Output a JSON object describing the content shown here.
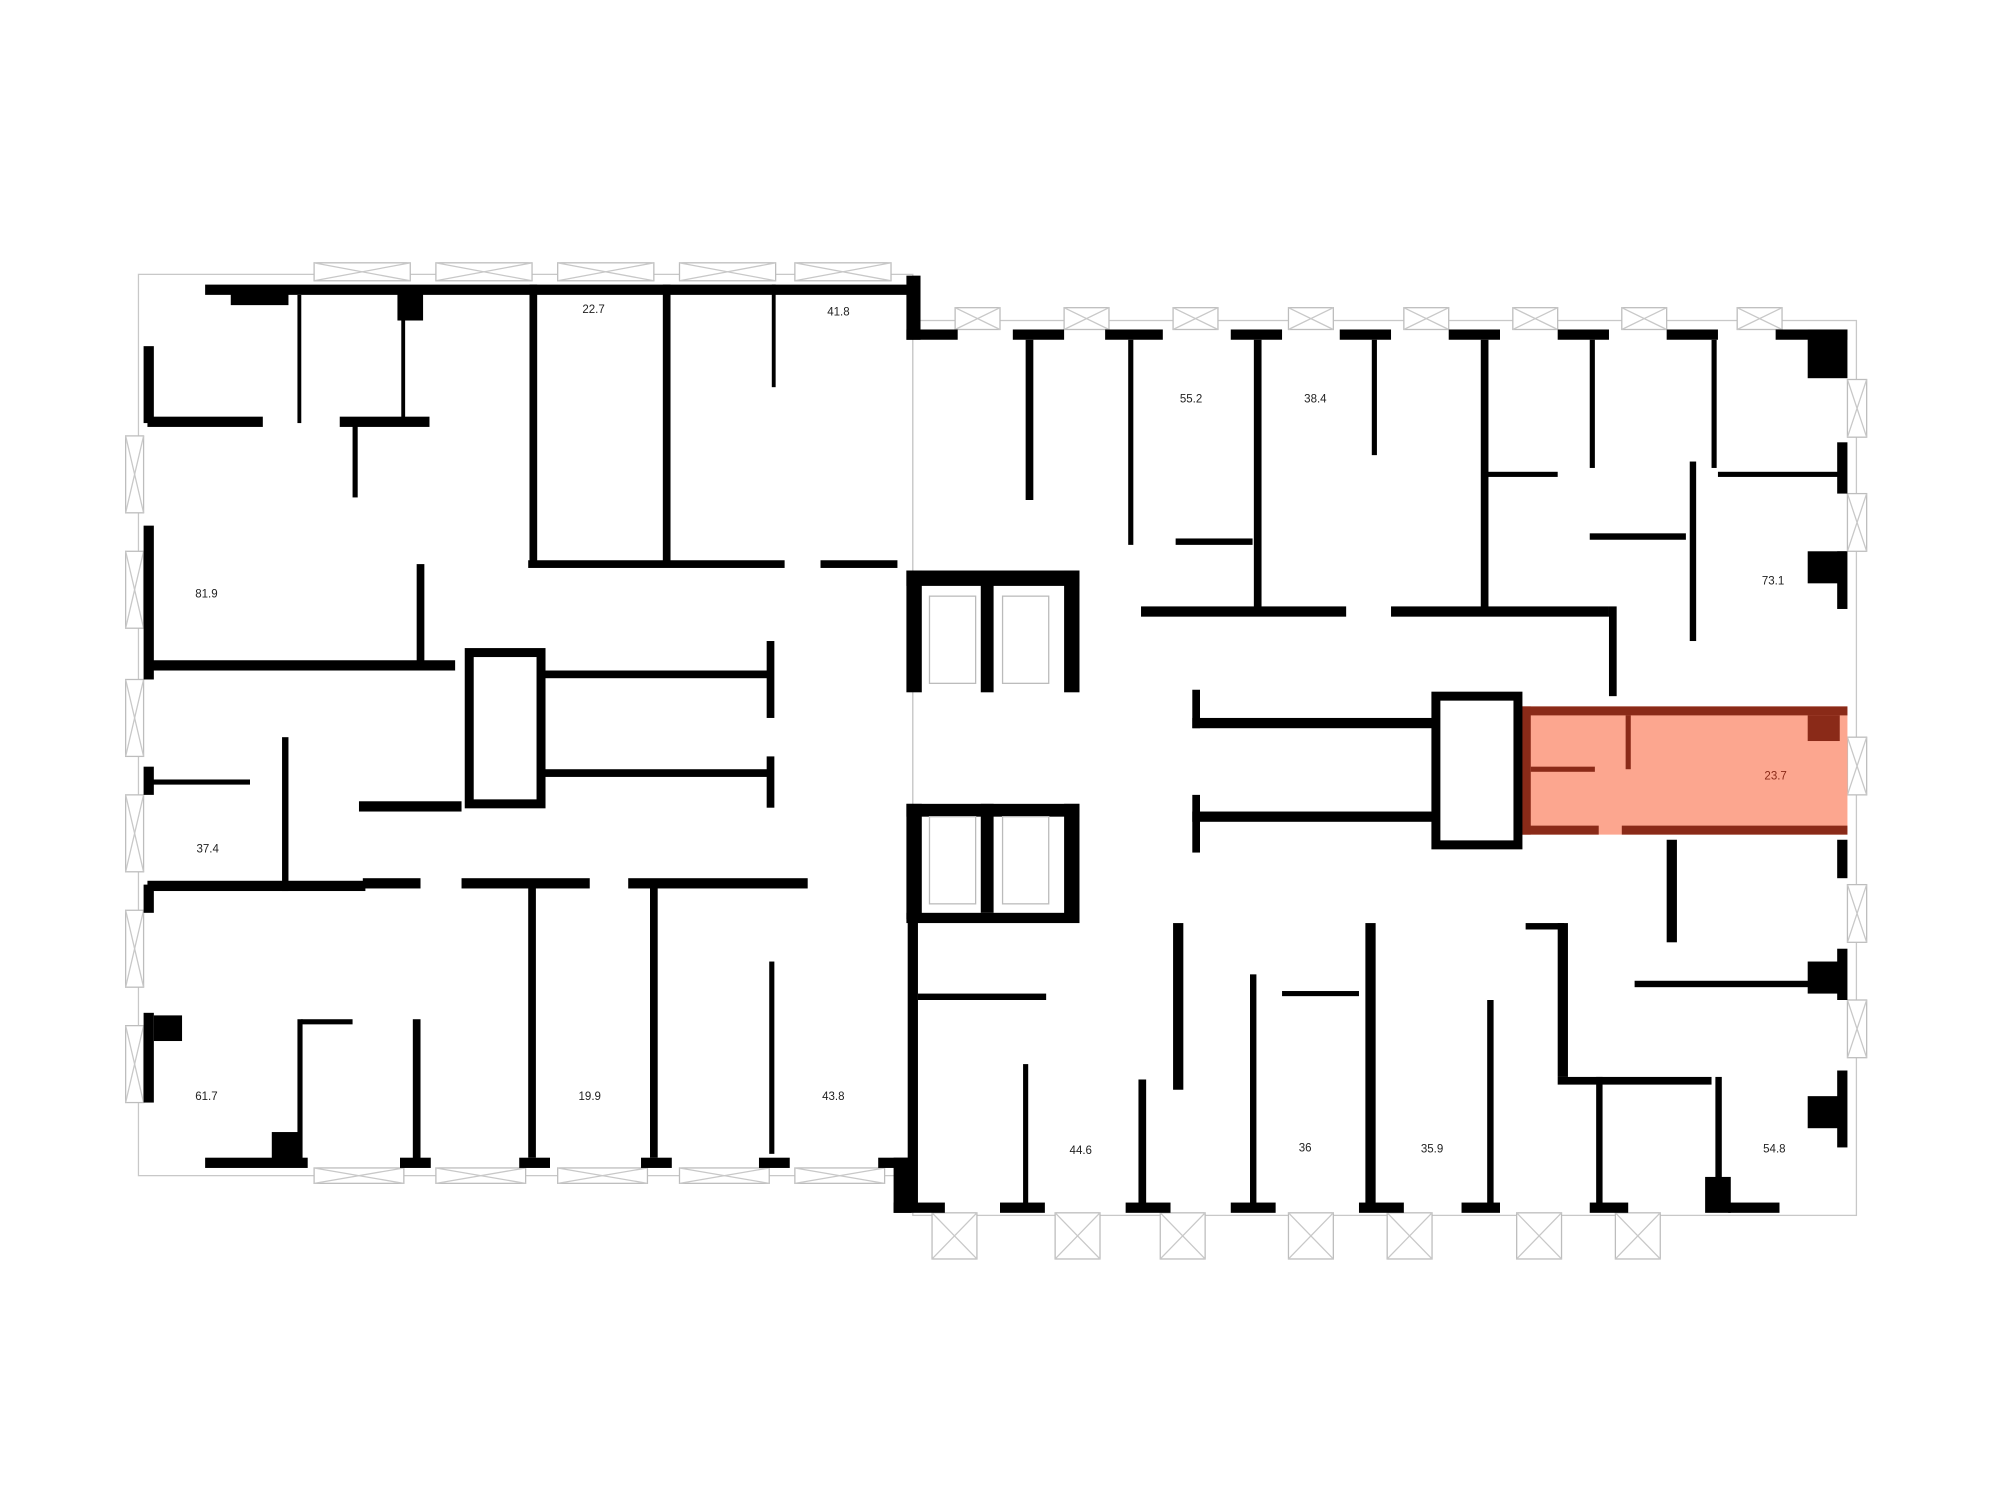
{
  "plan": {
    "highlight_fill": "#fca68f",
    "highlight_border": "#8a2a18",
    "wall_color": "#000000"
  },
  "apartments": [
    {
      "area": "22.7"
    },
    {
      "area": "41.8"
    },
    {
      "area": "55.2"
    },
    {
      "area": "38.4"
    },
    {
      "area": "73.1"
    },
    {
      "area": "81.9"
    },
    {
      "area": "37.4"
    },
    {
      "area": "23.7",
      "highlighted": true
    },
    {
      "area": "61.7"
    },
    {
      "area": "19.9"
    },
    {
      "area": "43.8"
    },
    {
      "area": "44.6"
    },
    {
      "area": "36"
    },
    {
      "area": "35.9"
    },
    {
      "area": "54.8"
    }
  ]
}
